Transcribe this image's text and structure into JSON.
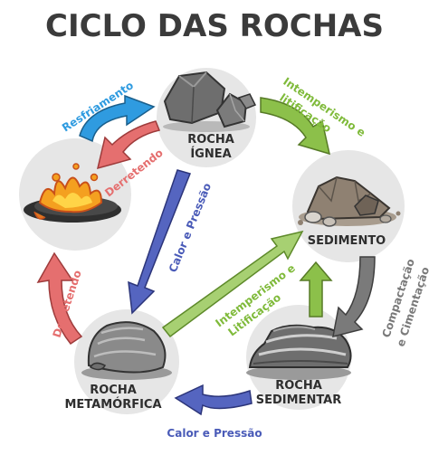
{
  "title": "CICLO DAS ROCHAS",
  "nodes": {
    "ignea": {
      "label_line1": "ROCHA",
      "label_line2": "ÍGNEA"
    },
    "sedimento": {
      "label": "SEDIMENTO"
    },
    "sedimentar": {
      "label_line1": "ROCHA",
      "label_line2": "SEDIMENTAR"
    },
    "metamorfica": {
      "label_line1": "ROCHA",
      "label_line2": "METAMÓRFICA"
    },
    "magma": {}
  },
  "arrows": {
    "resfriamento": {
      "label": "Resfriamento",
      "color": "#2f9be0"
    },
    "derretendo_top": {
      "label": "Derretendo",
      "color": "#e56f6f"
    },
    "derretendo_left": {
      "label": "Derretendo",
      "color": "#e56f6f"
    },
    "intemperismo_top": {
      "label_line1": "Intemperismo e",
      "label_line2": "litificação",
      "color": "#7fba3a"
    },
    "calor_diag": {
      "label": "Calor e Pressão",
      "color": "#4a5bb8"
    },
    "intemperismo_diag": {
      "label_line1": "Intemperismo e",
      "label_line2": "Litificação",
      "color": "#7fba3a"
    },
    "compactacao": {
      "label_line1": "Compactação",
      "label_line2": "e Cimentação",
      "color": "#7a7a7a"
    },
    "calor_bottom": {
      "label": "Calor e Pressão",
      "color": "#4a5bb8"
    },
    "up_sedimentar": {
      "color": "#7fba3a"
    }
  }
}
